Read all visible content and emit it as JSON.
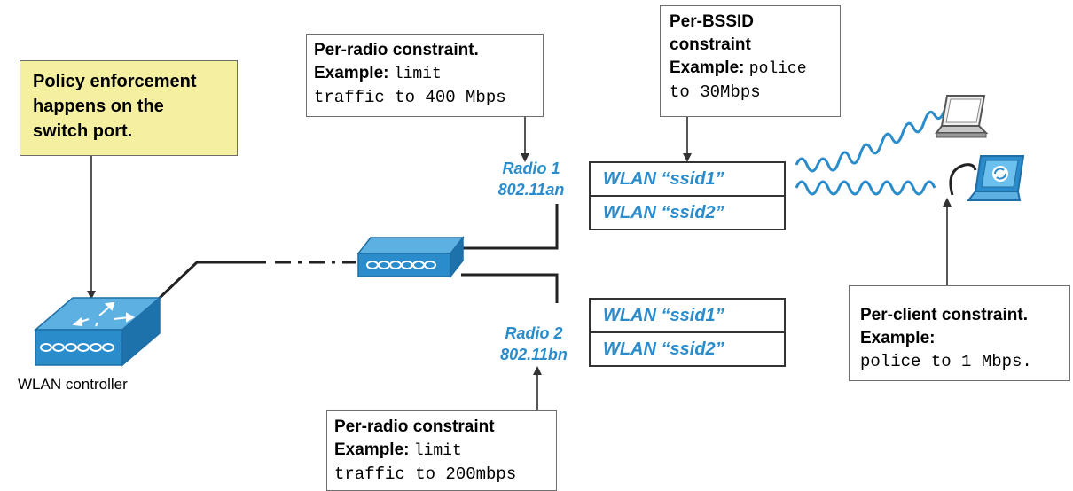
{
  "policy_note": {
    "lines": [
      "Policy enforcement",
      "happens on the",
      "switch port."
    ]
  },
  "controller": {
    "label": "WLAN controller"
  },
  "radio1_constraint": {
    "title": "Per-radio constraint.",
    "example_label": "Example:",
    "example_code_1": "limit",
    "example_code_2": "traffic to 400 Mbps"
  },
  "bssid_constraint": {
    "title_1": "Per-BSSID",
    "title_2": "constraint",
    "example_label": "Example:",
    "example_code_1": "police",
    "example_code_2": "to 30Mbps"
  },
  "radio2_constraint": {
    "title": "Per-radio constraint",
    "example_label": "Example:",
    "example_code_1": "limit",
    "example_code_2": "traffic to 200mbps"
  },
  "client_constraint": {
    "title": "Per-client constraint.",
    "example_label": "Example:",
    "example_code": "police to 1 Mbps."
  },
  "radio1": {
    "name": "Radio 1",
    "standard": "802.11an"
  },
  "radio2": {
    "name": "Radio 2",
    "standard": "802.11bn"
  },
  "radio1_wlans": [
    "WLAN “ssid1”",
    "WLAN “ssid2”"
  ],
  "radio2_wlans": [
    "WLAN “ssid1”",
    "WLAN “ssid2”"
  ],
  "colors": {
    "device_blue": "#2b8ccc",
    "label_blue": "#2b8ccc",
    "note_yellow": "#f5f0a0",
    "line": "#222222"
  }
}
